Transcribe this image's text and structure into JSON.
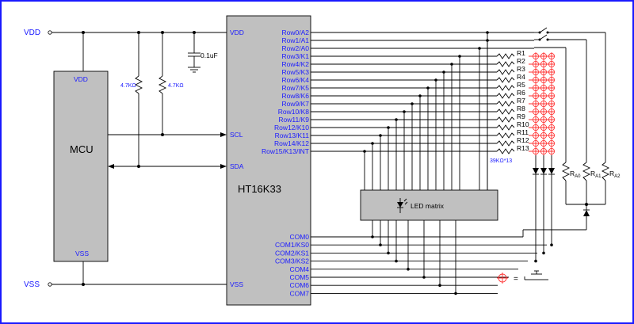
{
  "rails": {
    "vdd": "VDD",
    "vss": "VSS"
  },
  "mcu": {
    "title": "MCU",
    "vdd": "VDD",
    "vss": "VSS"
  },
  "chip": {
    "title": "HT16K33",
    "vdd": "VDD",
    "scl": "SCL",
    "sda": "SDA",
    "vss": "VSS",
    "rows": [
      "Row0/A2",
      "Row1/A1",
      "Row2/A0",
      "Row3/K1",
      "Row4/K2",
      "Row5/K3",
      "Row6/K4",
      "Row7/K5",
      "Row8/K6",
      "Row9/K7",
      "Row10/K8",
      "Row11/K9",
      "Row12/K10",
      "Row13/K11",
      "Row14/K12",
      "Row15/K13/INT"
    ],
    "coms": [
      "COM0",
      "COM1/KS0",
      "COM2/KS1",
      "COM3/KS2",
      "COM4",
      "COM5",
      "COM6",
      "COM7"
    ]
  },
  "components": {
    "cap": "0.1uF",
    "pullup1": "4.7KΩ",
    "pullup2": "4.7KΩ",
    "led_matrix": "LED matrix",
    "row_resistors": [
      "R1",
      "R2",
      "R3",
      "R4",
      "R5",
      "R6",
      "R7",
      "R8",
      "R9",
      "R10",
      "R11",
      "R12",
      "R13"
    ],
    "row_resistor_value": "39KΩ*13",
    "addr_resistors": [
      {
        "main": "R",
        "sub": "A0"
      },
      {
        "main": "R",
        "sub": "A1"
      },
      {
        "main": "R",
        "sub": "A2"
      }
    ]
  },
  "legend": {
    "equals": "="
  },
  "colors": {
    "border": "#1a1aff",
    "text": "#1a1aff",
    "block": "#c0c0c0",
    "switch_matrix": "#ff3030"
  }
}
